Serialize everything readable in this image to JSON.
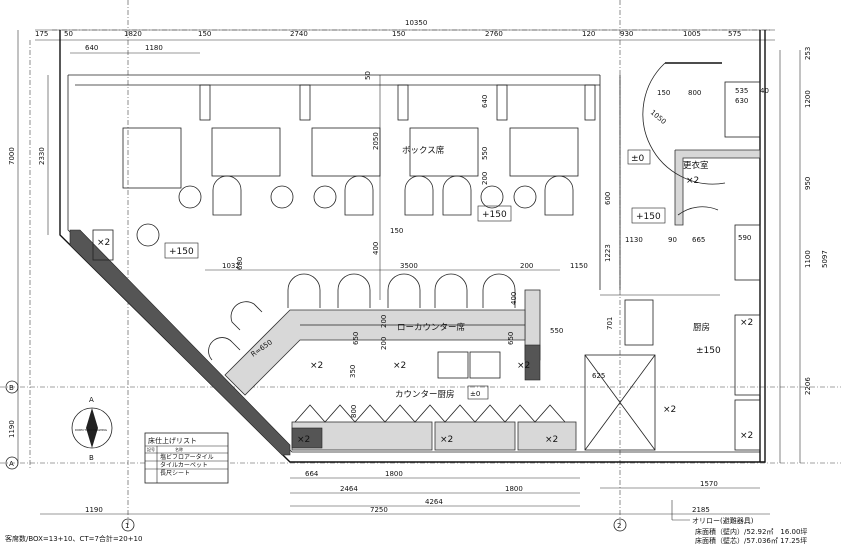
{
  "dims": {
    "top": [
      "175",
      "50",
      "1820",
      "150",
      "2740",
      "150",
      "2760",
      "120",
      "930",
      "1005",
      "575"
    ],
    "top_total": "10350",
    "top_sub": [
      "640",
      "1180"
    ],
    "left": [
      "7000",
      "2330",
      "1190"
    ],
    "right": [
      "253",
      "1200",
      "950",
      "1100",
      "5097",
      "2206"
    ],
    "bottom": [
      "664",
      "1800",
      "2464",
      "1800",
      "4264",
      "7250",
      "1190",
      "2185",
      "1570"
    ],
    "interior": [
      "1032",
      "3500",
      "200",
      "1150",
      "640",
      "550",
      "2050",
      "150",
      "200",
      "600",
      "1223",
      "1130",
      "665",
      "535",
      "630",
      "800",
      "150",
      "40",
      "1050",
      "701",
      "625",
      "550",
      "R=650",
      "650",
      "350",
      "200",
      "650",
      "400",
      "800",
      "90",
      "680",
      "590",
      "400",
      "200",
      "50"
    ]
  },
  "rooms": {
    "box": "ボックス席",
    "low_counter": "ローカウンター席",
    "counter_kitchen": "カウンター厨房",
    "kitchen": "厨房",
    "locker": "更衣室"
  },
  "levels": [
    "+150",
    "+150",
    "+150",
    "±0",
    "±0",
    "±150"
  ],
  "times": "×2",
  "grid": {
    "col1": "1",
    "col2": "2",
    "rowA": "A",
    "rowB": "B"
  },
  "compass": {
    "top": "A",
    "bottom": "B",
    "center": "DIRECTION DRAWING"
  },
  "legend": {
    "title": "床仕上げリスト",
    "h_symbol": "記号",
    "h_name": "名称",
    "items": [
      "塩ビフロアータイル",
      "タイルカーペット",
      "長尺シート"
    ]
  },
  "footer": {
    "seats": "客席数/BOX=13+10、CT=7合計=20+10",
    "escape": "オリロー(避難器具)",
    "area_inner": "床面積（壁内）/52.92㎡　16.00坪",
    "area_center": "床面積（壁芯）/57.036㎡ 17.25坪"
  }
}
